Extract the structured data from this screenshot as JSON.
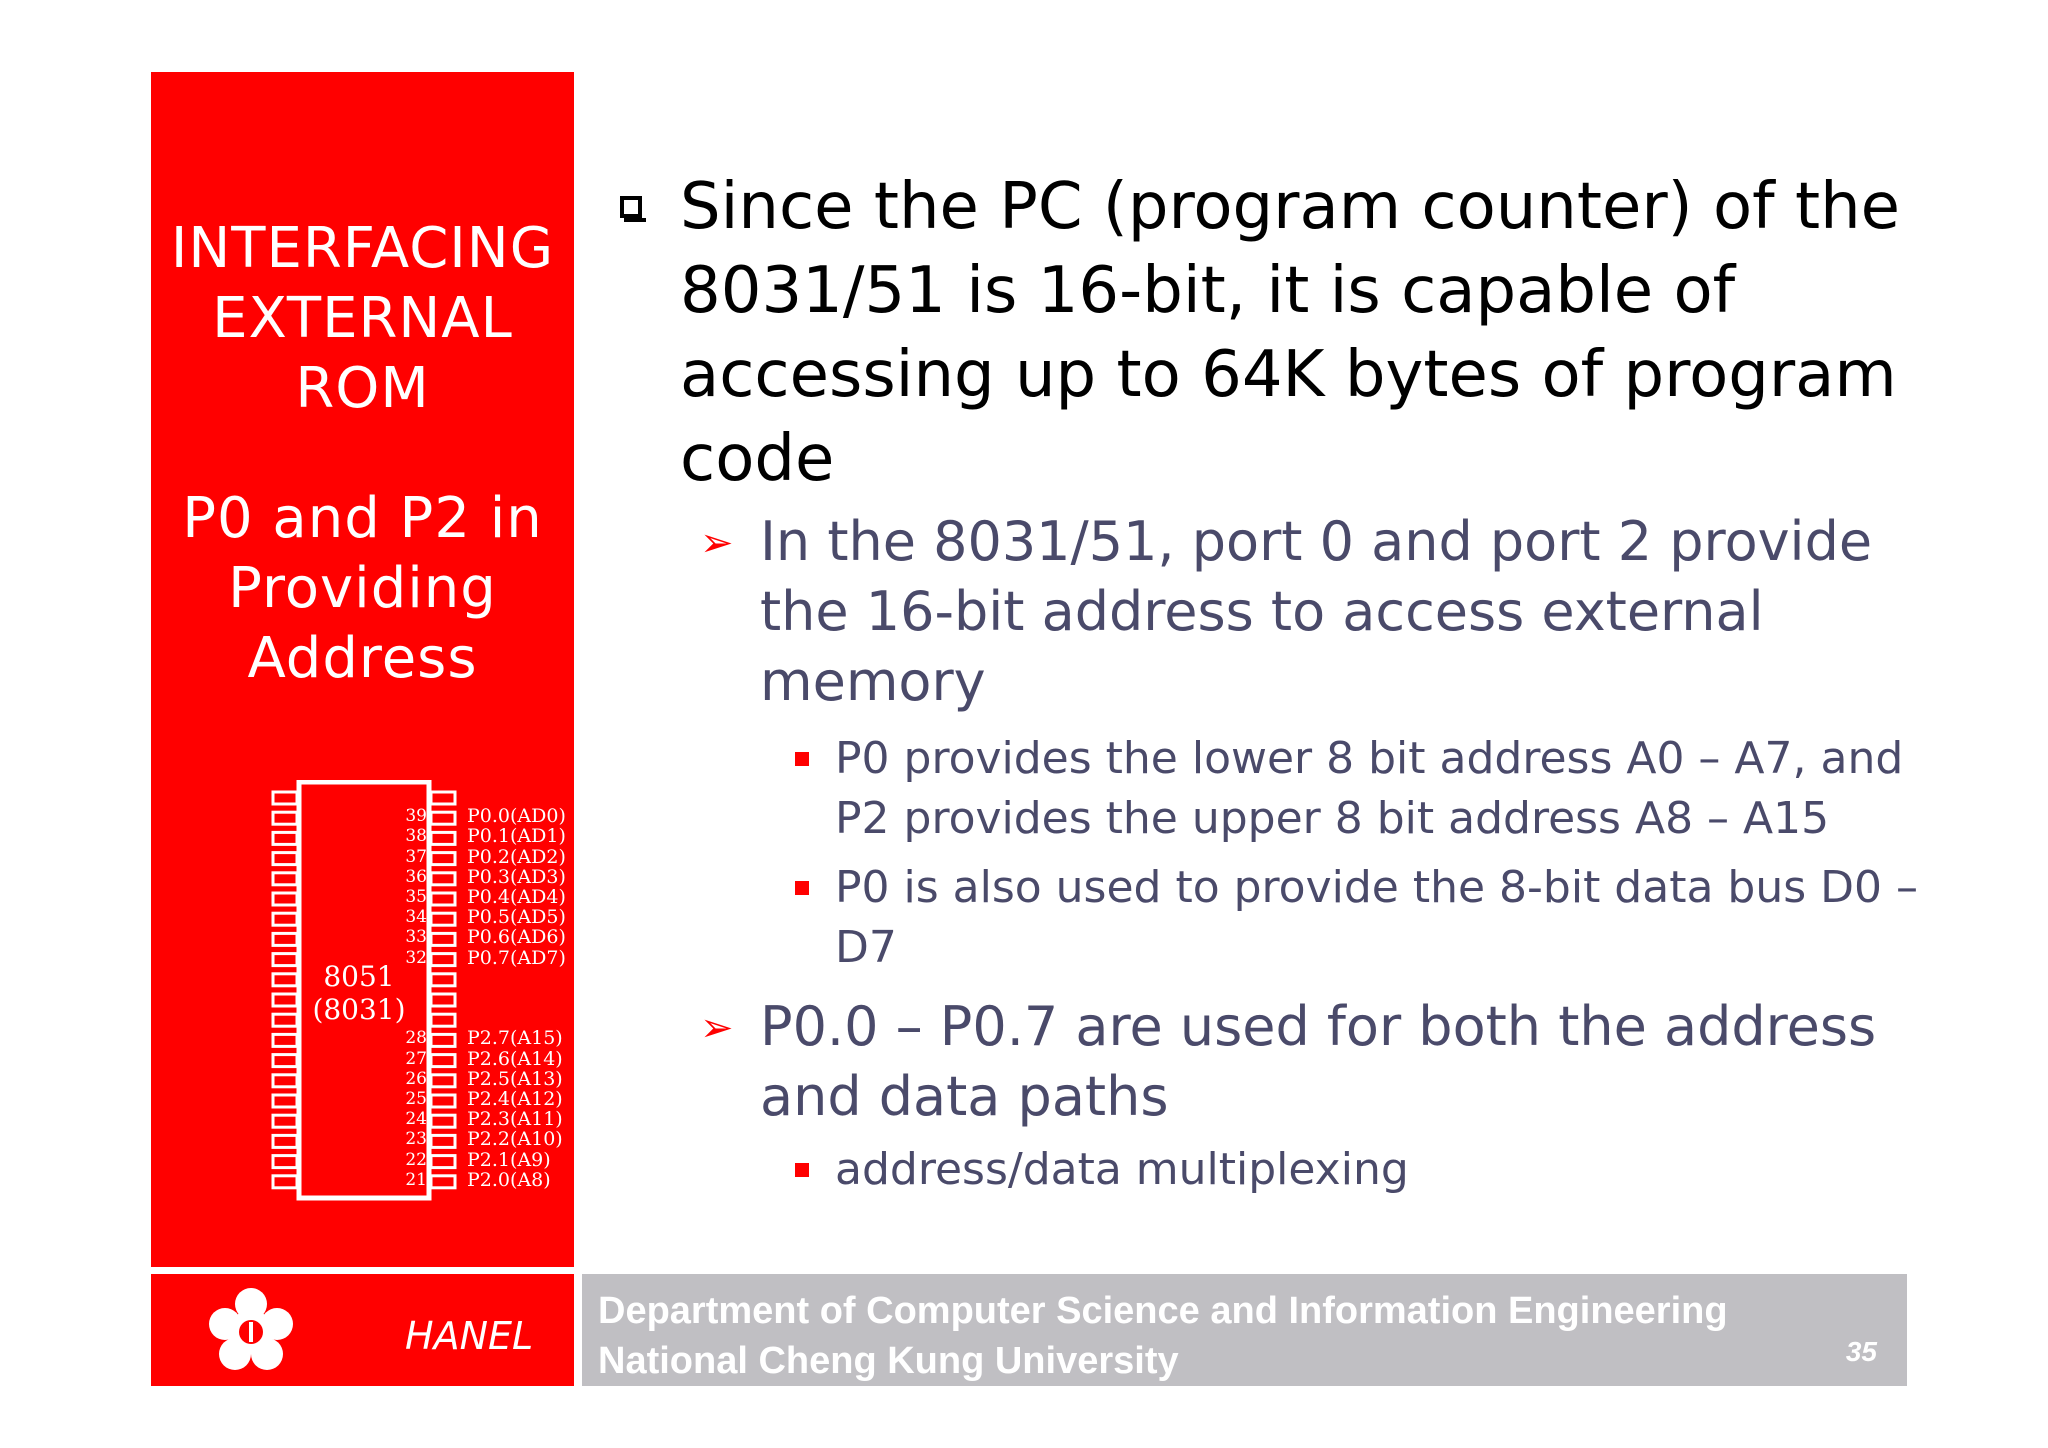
{
  "sidebar": {
    "title_lines": [
      "INTERFACING",
      "EXTERNAL",
      "ROM"
    ],
    "subtitle_lines": [
      "P0 and P2 in",
      "Providing",
      "Address"
    ],
    "chip": {
      "name_lines": [
        "8051",
        "(8031)"
      ],
      "p0_pins": [
        {
          "num": "39",
          "label": "P0.0(AD0)"
        },
        {
          "num": "38",
          "label": "P0.1(AD1)"
        },
        {
          "num": "37",
          "label": "P0.2(AD2)"
        },
        {
          "num": "36",
          "label": "P0.3(AD3)"
        },
        {
          "num": "35",
          "label": "P0.4(AD4)"
        },
        {
          "num": "34",
          "label": "P0.5(AD5)"
        },
        {
          "num": "33",
          "label": "P0.6(AD6)"
        },
        {
          "num": "32",
          "label": "P0.7(AD7)"
        }
      ],
      "p2_pins": [
        {
          "num": "28",
          "label": "P2.7(A15)"
        },
        {
          "num": "27",
          "label": "P2.6(A14)"
        },
        {
          "num": "26",
          "label": "P2.5(A13)"
        },
        {
          "num": "25",
          "label": "P2.4(A12)"
        },
        {
          "num": "24",
          "label": "P2.3(A11)"
        },
        {
          "num": "23",
          "label": "P2.2(A10)"
        },
        {
          "num": "22",
          "label": "P2.1(A9)"
        },
        {
          "num": "21",
          "label": "P2.0(A8)"
        }
      ]
    }
  },
  "content": {
    "b1": "Since the PC (program counter) of the 8031/51 is 16-bit, it is capable of accessing up to 64K bytes of program code",
    "b1_1": "In the 8031/51, port 0 and port 2 provide the 16-bit address to access external memory",
    "b1_1_1": "P0 provides the lower 8 bit address A0 – A7, and P2 provides the upper 8 bit address A8 – A15",
    "b1_1_2": "P0 is also used to provide the 8-bit data bus D0 – D7",
    "b1_2": "P0.0 – P0.7 are used for both the address and data paths",
    "b1_2_1": "address/data multiplexing"
  },
  "footer": {
    "author": "HANEL",
    "dept_line1": "Department of Computer Science and Information Engineering",
    "dept_line2": "National Cheng Kung University",
    "page_number": "35"
  },
  "colors": {
    "accent_red": "#ff0000",
    "footer_gray": "#c0bfc3",
    "body_text": "#4a4a6a"
  }
}
